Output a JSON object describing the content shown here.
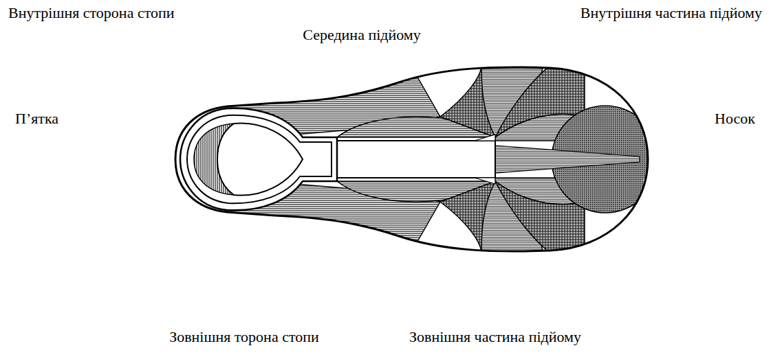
{
  "diagram": {
    "labels": [
      "Внутрішня сторона стопи",
      "Внутрішня частина підйому",
      "Середина підйому",
      "П’ятка",
      "Носок",
      "Зовнішня торона стопи",
      "Зовнішня частина підйому"
    ]
  }
}
